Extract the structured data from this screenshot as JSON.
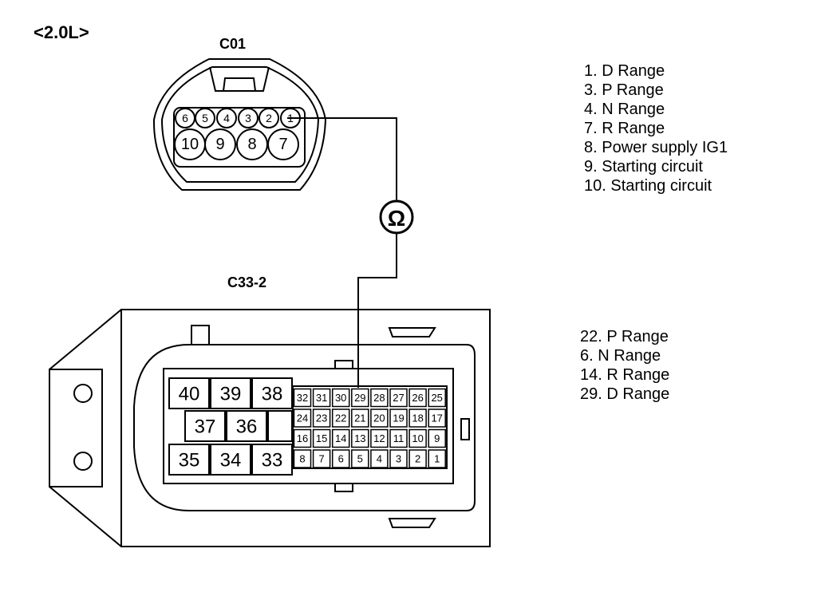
{
  "engine_label": "<2.0L>",
  "connector_c01": {
    "label": "C01",
    "top_pins": [
      "6",
      "5",
      "4",
      "3",
      "2",
      "1"
    ],
    "bottom_pins": [
      "10",
      "9",
      "8",
      "7"
    ]
  },
  "meter_symbol": "Ω",
  "connector_c33": {
    "label": "C33-2",
    "large_pins": {
      "row1": [
        "40",
        "39",
        "38"
      ],
      "row2": [
        "37",
        "36"
      ],
      "row3": [
        "35",
        "34",
        "33"
      ]
    },
    "small_pins": {
      "row1": [
        "32",
        "31",
        "30",
        "29",
        "28",
        "27",
        "26",
        "25"
      ],
      "row2": [
        "24",
        "23",
        "22",
        "21",
        "20",
        "19",
        "18",
        "17"
      ],
      "row3": [
        "16",
        "15",
        "14",
        "13",
        "12",
        "11",
        "10",
        "9"
      ],
      "row4": [
        "8",
        "7",
        "6",
        "5",
        "4",
        "3",
        "2",
        "1"
      ]
    }
  },
  "legend_c01": [
    "1. D Range",
    "3. P Range",
    "4. N Range",
    "7. R Range",
    "8. Power supply IG1",
    "9. Starting circuit",
    "10. Starting circuit"
  ],
  "legend_c33": [
    "22. P Range",
    "6. N Range",
    "14. R Range",
    "29. D Range"
  ]
}
